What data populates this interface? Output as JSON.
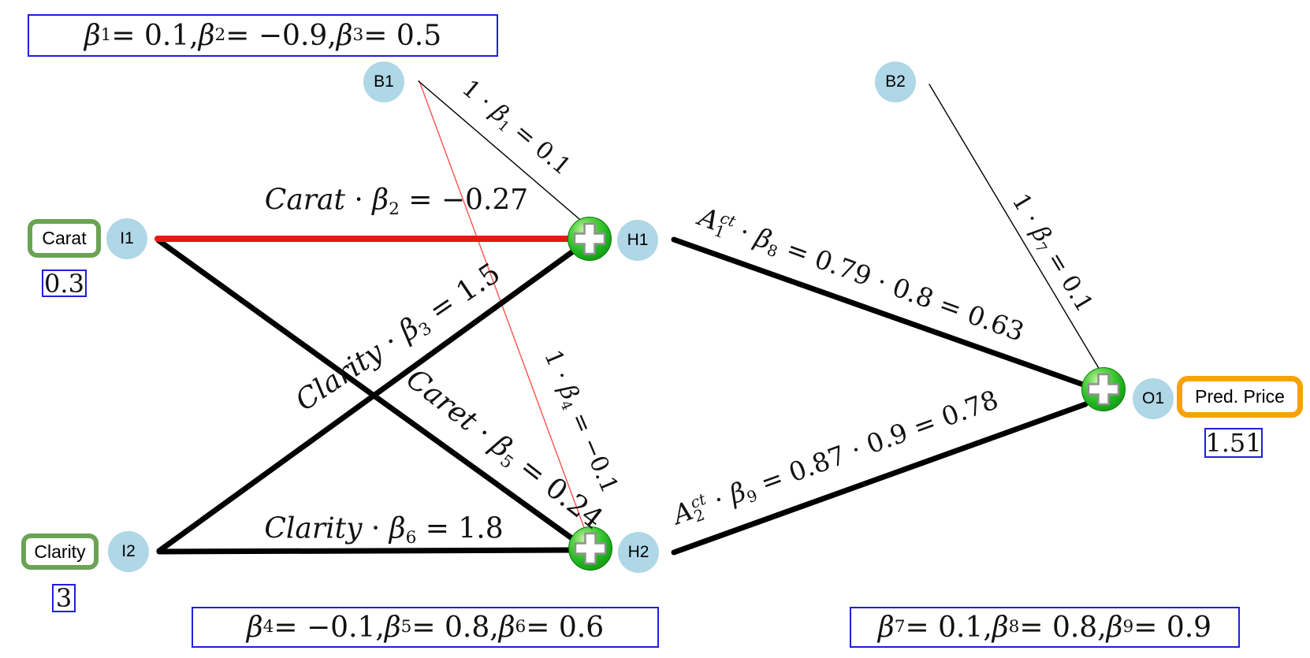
{
  "diagram": {
    "nodes": {
      "b1": "B1",
      "b2": "B2",
      "i1": "I1",
      "i2": "I2",
      "h1": "H1",
      "h2": "H2",
      "o1": "O1"
    },
    "inputs": {
      "carat_label": "Carat",
      "carat_value": "0.3",
      "clarity_label": "Clarity",
      "clarity_value": "3"
    },
    "output": {
      "label": "Pred. Price",
      "value": "1.51"
    },
    "param_boxes": {
      "hidden1": "β_{1} = 0.1, β_{2} = −0.9, β_{3} = 0.5",
      "hidden2": "β_{4} = −0.1, β_{5} = 0.8, β_{6} = 0.6",
      "output": "β_{7} = 0.1, β_{8} = 0.8, β_{9} = 0.9"
    },
    "edge_labels": {
      "b1_h1": "1 · β_{1} = 0.1",
      "i1_h1": "Carat · β_{2} = −0.27",
      "i2_h1": "Clarity · β_{3} = 1.5",
      "b1_h2": "1 · β_{4} = −0.1",
      "i1_h2": "Caret · β_{5} = 0.24",
      "i2_h2": "Clarity · β_{6} = 1.8",
      "b2_o1": "1 · β_{7} = 0.1",
      "h1_o1": "A_{1}^{ct} · β_{8} = 0.79 · 0.8 = 0.63",
      "h2_o1": "A_{2}^{ct} · β_{9} = 0.87 · 0.9 = 0.78"
    },
    "icons": {
      "sum": "plus-icon"
    },
    "colors": {
      "node_fill": "#afd7e6",
      "input_border": "#6ba354",
      "output_border": "#f6a200",
      "value_border": "#1f1fd9",
      "highlight_edge": "#ed1515",
      "edge": "#000000"
    }
  }
}
